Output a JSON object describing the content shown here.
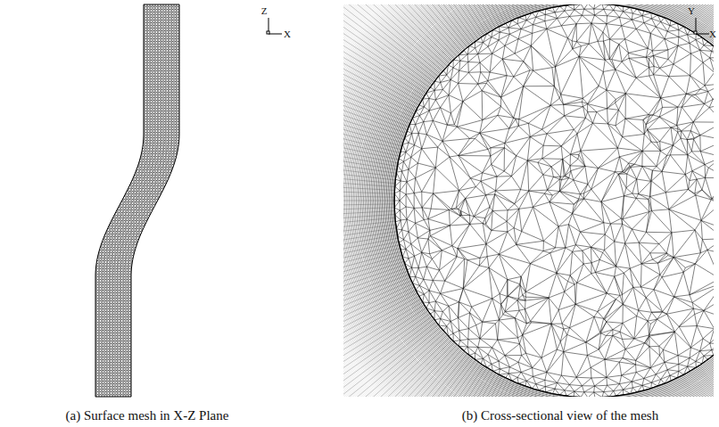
{
  "diagram": {
    "labels": [
      "Z",
      "X",
      "(a) Surface mesh in X-Z Plane",
      "Y",
      "X",
      "(b) Cross-sectional view of the mesh"
    ]
  }
}
